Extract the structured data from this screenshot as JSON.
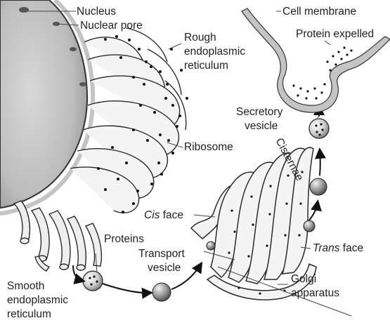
{
  "labels": {
    "nucleus": "Nucleus",
    "nuclear_pore": "Nuclear pore",
    "rough_er": [
      "Rough",
      "endoplasmic",
      "reticulum"
    ],
    "ribosome": "Ribosome",
    "cell_membrane": "Cell membrane",
    "protein_expelled": "Protein expelled",
    "secretory_vesicle": [
      "Secretory",
      "vesicle"
    ],
    "cisternae": "Cisternae",
    "cis_face_italic": "Cis",
    "cis_face_rest": " face",
    "trans_face_italic": "Trans",
    "trans_face_rest": " face",
    "proteins": "Proteins",
    "transport_vesicle": [
      "Transport",
      "vesicle"
    ],
    "golgi_apparatus": [
      "Golgi",
      "apparatus"
    ],
    "smooth_er": [
      "Smooth",
      "endoplasmic",
      "reticulum"
    ]
  },
  "colors": {
    "ink": "#222222",
    "membrane_fill": "#f4f4f4",
    "shadow": "#8a8a8a",
    "nucleus_fill": "#c9c9c9",
    "vesicle_fill": "#d9d9d9"
  }
}
